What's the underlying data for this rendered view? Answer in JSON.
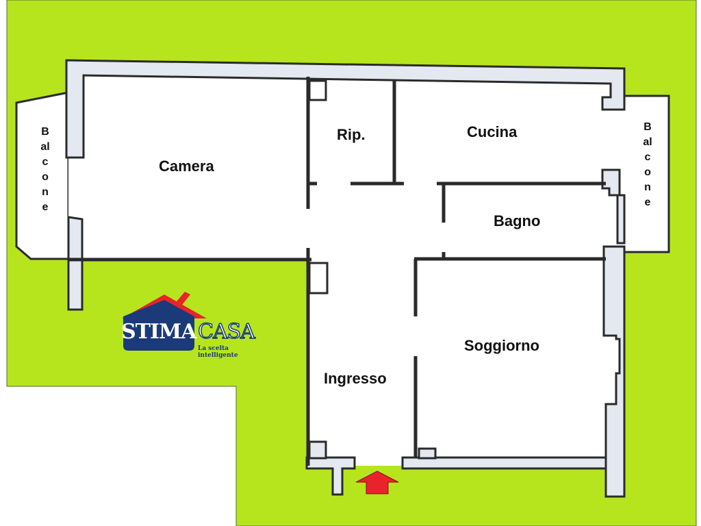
{
  "colors": {
    "background_green": "#b6e51e",
    "wall_fill": "#e4e8f0",
    "wall_stroke": "#2a2a2a",
    "room_fill": "#ffffff",
    "arrow_red": "#e8232a",
    "logo_blue": "#1a3a7a",
    "logo_red": "#e8232a"
  },
  "rooms": {
    "camera": "Camera",
    "ripostiglio": "Rip.",
    "cucina": "Cucina",
    "bagno": "Bagno",
    "soggiorno": "Soggiorno",
    "ingresso": "Ingresso",
    "balcone_left": "Balcone",
    "balcone_right": "Balcone"
  },
  "logo": {
    "brand_part1": "STIMA",
    "brand_part2": "CASA",
    "tagline": "La scelta intelligente"
  },
  "entrance_marker": "up-arrow-icon"
}
